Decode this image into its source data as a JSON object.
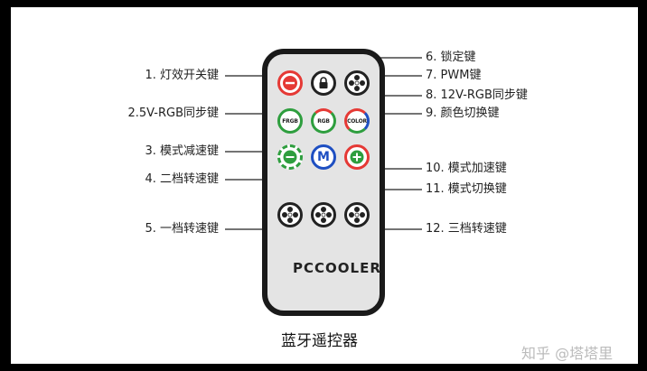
{
  "caption": "蓝牙遥控器",
  "watermark": "知乎 @塔塔里",
  "brand": "PCCOOLER",
  "labels": {
    "l1": "1. 灯效开关键",
    "l2": "2.5V-RGB同步键",
    "l3": "3. 模式减速键",
    "l4": "4. 二档转速键",
    "l5": "5. 一档转速键",
    "l6": "6. 锁定键",
    "l7": "7. PWM键",
    "l8": "8. 12V-RGB同步键",
    "l9": "9. 颜色切换键",
    "l10": "10. 模式加速键",
    "l11": "11. 模式切换键",
    "l12": "12. 三档转速键"
  },
  "buttons": {
    "frgb": "FRGB",
    "rgb": "RGB",
    "color": "COLOR",
    "mode": "M"
  },
  "colors": {
    "power": "#e53935",
    "green": "#2e9e3e",
    "blue": "#1e4fc2",
    "red": "#e53935"
  }
}
